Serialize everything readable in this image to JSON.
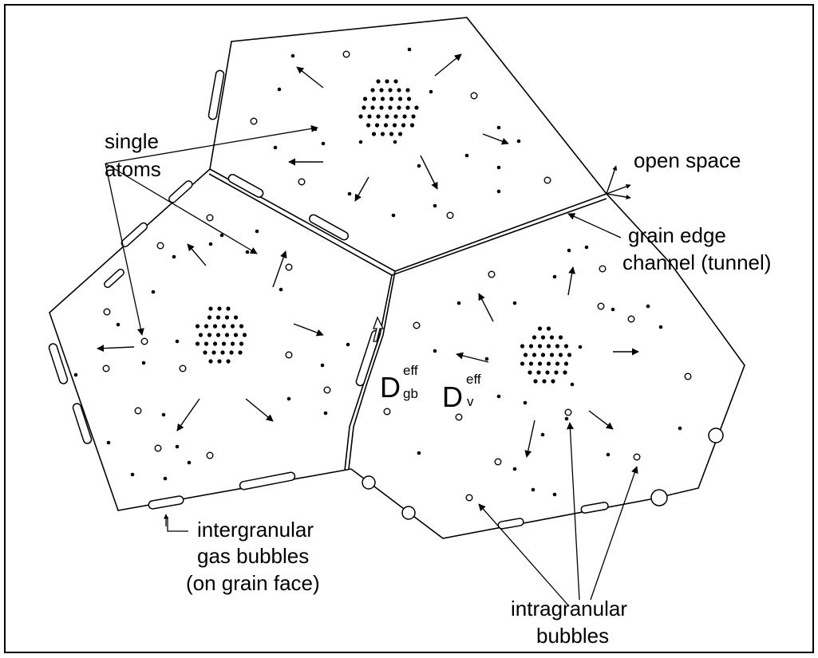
{
  "labels": {
    "single_atoms": [
      "single",
      "atoms"
    ],
    "open_space": "open space",
    "grain_edge_channel": [
      "grain edge",
      "channel (tunnel)"
    ],
    "d_gb": {
      "base": "D",
      "sup": "eff",
      "sub": "gb"
    },
    "d_v": {
      "base": "D",
      "sup": "eff",
      "sub": "v"
    },
    "intergranular": [
      "intergranular",
      "gas bubbles",
      "(on grain face)"
    ],
    "intragranular": [
      "intragranular",
      "bubbles"
    ]
  },
  "colors": {
    "ink": "#000000",
    "background": "#ffffff"
  }
}
